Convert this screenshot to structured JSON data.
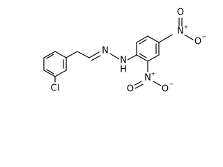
{
  "diagram": {
    "type": "chemical-structure",
    "atom_labels": {
      "chlorine": "Cl",
      "imine_nitrogen": "N",
      "hydrazine_n": "N",
      "hydrazine_h": "H",
      "nitro_para_n": "N",
      "nitro_para_o_top": "O",
      "nitro_para_o_bottom": "O",
      "nitro_ortho_n": "N",
      "nitro_ortho_o_left": "O",
      "nitro_ortho_o_right": "O"
    },
    "charges": {
      "nitro_para_n": "+",
      "nitro_para_o_bottom": "−",
      "nitro_ortho_n": "+",
      "nitro_ortho_o_right": "−"
    }
  }
}
